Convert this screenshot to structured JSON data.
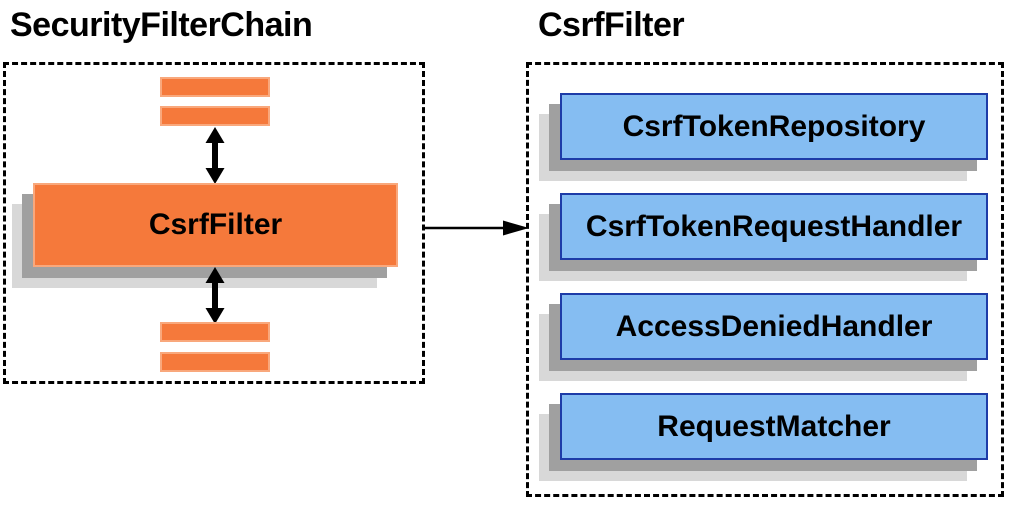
{
  "diagram": {
    "left_panel": {
      "title": "SecurityFilterChain",
      "filter_box_label": "CsrfFilter"
    },
    "right_panel": {
      "title": "CsrfFilter",
      "components": [
        "CsrfTokenRepository",
        "CsrfTokenRequestHandler",
        "AccessDeniedHandler",
        "RequestMatcher"
      ]
    },
    "colors": {
      "filter_orange": "#F5793B",
      "filter_orange_border": "#F9A87C",
      "component_blue_fill": "#85BDF2",
      "component_blue_border": "#1E3CA8",
      "shadow_dark": "#A0A0A0",
      "shadow_light": "#D8D8D8",
      "line_black": "#000000"
    }
  }
}
